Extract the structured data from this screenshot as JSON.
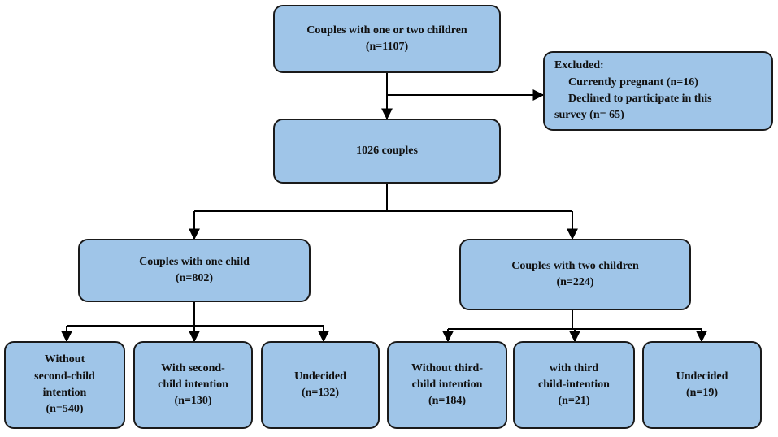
{
  "colors": {
    "box_fill": "#9fc5e8",
    "box_stroke": "#1a1a1a",
    "line": "#000000"
  },
  "top": {
    "title": "Couples  with one or two children",
    "n": "(n=1107)"
  },
  "excluded": {
    "heading": "Excluded:",
    "line1": "Currently pregnant (n=16)",
    "line2": "Declined to participate in this",
    "line3": "survey (n= 65)"
  },
  "middle": {
    "title": "1026 couples"
  },
  "one_child": {
    "title": "Couples with one child",
    "n": "(n=802)",
    "children": [
      {
        "lines": [
          "Without",
          "second-child",
          "intention",
          "(n=540)"
        ]
      },
      {
        "lines": [
          "With second-",
          "child intention",
          "(n=130)"
        ]
      },
      {
        "lines": [
          "Undecided",
          "(n=132)"
        ]
      }
    ]
  },
  "two_children": {
    "title": "Couples with two children",
    "n": "(n=224)",
    "children": [
      {
        "lines": [
          "Without third-",
          "child intention",
          "(n=184)"
        ]
      },
      {
        "lines": [
          "with third",
          "child-intention",
          "(n=21)"
        ]
      },
      {
        "lines": [
          "Undecided",
          "(n=19)"
        ]
      }
    ]
  }
}
